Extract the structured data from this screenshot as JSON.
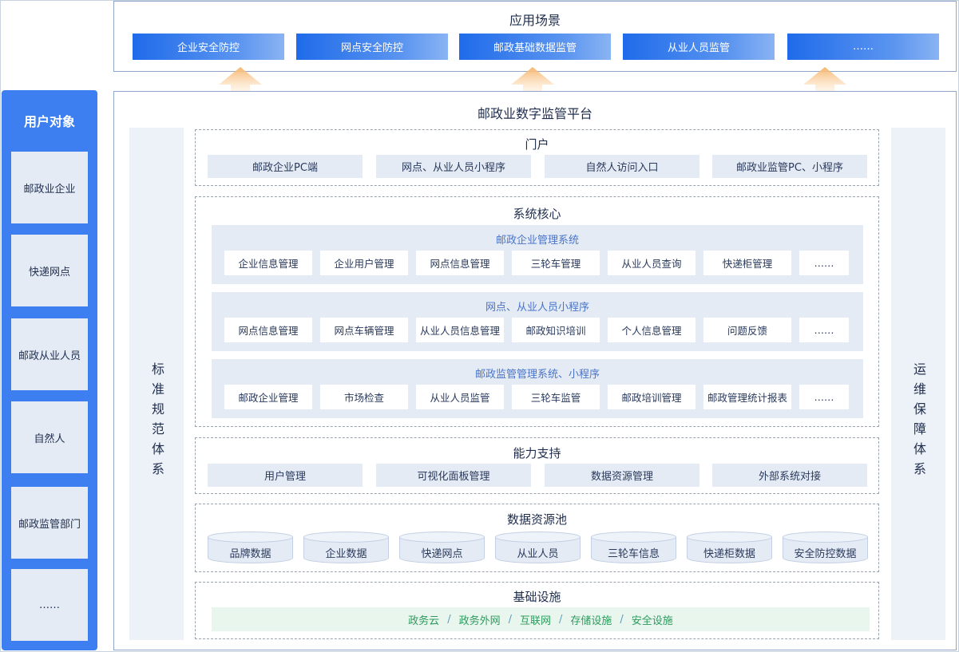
{
  "user_objects": {
    "title": "用户对象",
    "items": [
      "邮政业企业",
      "快递网点",
      "邮政从业人员",
      "自然人",
      "邮政监管部门",
      "……"
    ]
  },
  "scenarios": {
    "title": "应用场景",
    "items": [
      "企业安全防控",
      "网点安全防控",
      "邮政基础数据监管",
      "从业人员监管",
      "……"
    ]
  },
  "platform": {
    "title": "邮政业数字监管平台",
    "left_side": "标准规范体系",
    "right_side": "运维保障体系",
    "portal": {
      "title": "门户",
      "items": [
        "邮政企业PC端",
        "网点、从业人员小程序",
        "自然人访问入口",
        "邮政业监管PC、小程序"
      ]
    },
    "core": {
      "title": "系统核心",
      "groups": [
        {
          "title": "邮政企业管理系统",
          "items": [
            "企业信息管理",
            "企业用户管理",
            "网点信息管理",
            "三轮车管理",
            "从业人员查询",
            "快递柜管理",
            "……"
          ]
        },
        {
          "title": "网点、从业人员小程序",
          "items": [
            "网点信息管理",
            "网点车辆管理",
            "从业人员信息管理",
            "邮政知识培训",
            "个人信息管理",
            "问题反馈",
            "……"
          ]
        },
        {
          "title": "邮政监管管理系统、小程序",
          "items": [
            "邮政企业管理",
            "市场检查",
            "从业人员监管",
            "三轮车监管",
            "邮政培训管理",
            "邮政管理统计报表",
            "……"
          ]
        }
      ]
    },
    "capability": {
      "title": "能力支持",
      "items": [
        "用户管理",
        "可视化面板管理",
        "数据资源管理",
        "外部系统对接"
      ]
    },
    "data_pool": {
      "title": "数据资源池",
      "items": [
        "品牌数据",
        "企业数据",
        "快递网点",
        "从业人员",
        "三轮车信息",
        "快递柜数据",
        "安全防控数据"
      ]
    },
    "infrastructure": {
      "title": "基础设施",
      "items": [
        "政务云",
        "政务外网",
        "互联网",
        "存储设施",
        "安全设施"
      ],
      "separator": "/"
    }
  },
  "colors": {
    "primary_blue": "#3d7ff0",
    "gradient_start": "#1f6bea",
    "light_panel": "#e4ebf5",
    "side_panel": "#edf2f9",
    "arrow_orange": "#f7b56a",
    "infra_green": "#2e9a5e",
    "infra_bg": "#e8f6ee"
  }
}
